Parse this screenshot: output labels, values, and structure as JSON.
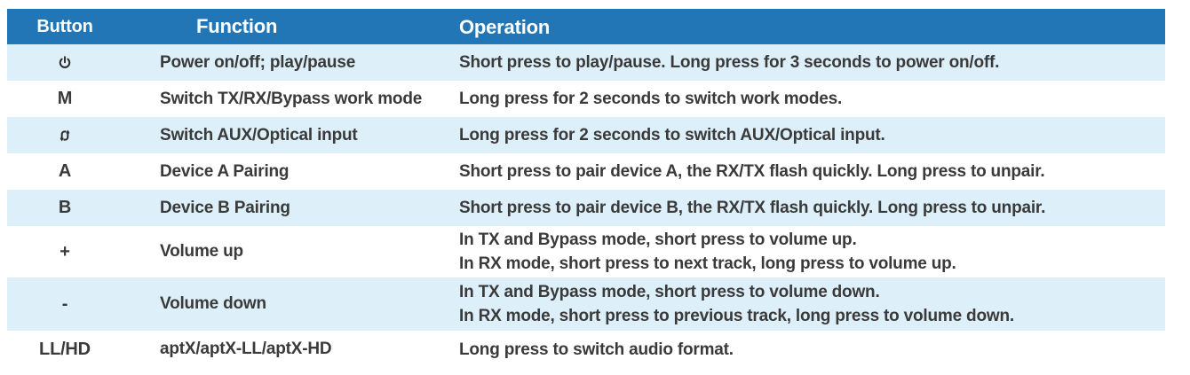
{
  "colors": {
    "header_bg": "#2376b6",
    "header_text": "#ffffff",
    "row_alt_bg": "#ddeff9",
    "row_plain_bg": "#ffffff",
    "body_text": "#3a3a3a"
  },
  "table": {
    "headers": {
      "button": "Button",
      "function": "Function",
      "operation": "Operation"
    },
    "rows": [
      {
        "button_icon": "power-icon",
        "function": "Power on/off; play/pause",
        "op1": "Short press to play/pause. Long press for 3 seconds to power on/off.",
        "op2": ""
      },
      {
        "button_label": "M",
        "function": "Switch TX/RX/Bypass work mode",
        "op1": "Long press for 2 seconds to switch work modes.",
        "op2": ""
      },
      {
        "button_icon": "swap-input-icon",
        "function": "Switch AUX/Optical input",
        "op1": "Long press for 2 seconds to switch AUX/Optical input.",
        "op2": ""
      },
      {
        "button_label": "A",
        "function": "Device A Pairing",
        "op1": "Short press to pair device A, the RX/TX flash quickly. Long press to unpair.",
        "op2": ""
      },
      {
        "button_label": "B",
        "function": "Device B Pairing",
        "op1": "Short press to pair device B, the RX/TX flash quickly. Long press to unpair.",
        "op2": ""
      },
      {
        "button_label": "+",
        "function": "Volume up",
        "op1": "In TX and Bypass mode, short press to volume up.",
        "op2": "In RX mode, short press to next track, long press to volume up."
      },
      {
        "button_label": "-",
        "function": "Volume down",
        "op1": "In TX and Bypass mode, short press to volume down.",
        "op2": "In RX mode, short press to previous track, long press to volume down."
      },
      {
        "button_label": "LL/HD",
        "function": "aptX/aptX-LL/aptX-HD",
        "op1": "Long press to switch audio format.",
        "op2": ""
      }
    ]
  }
}
